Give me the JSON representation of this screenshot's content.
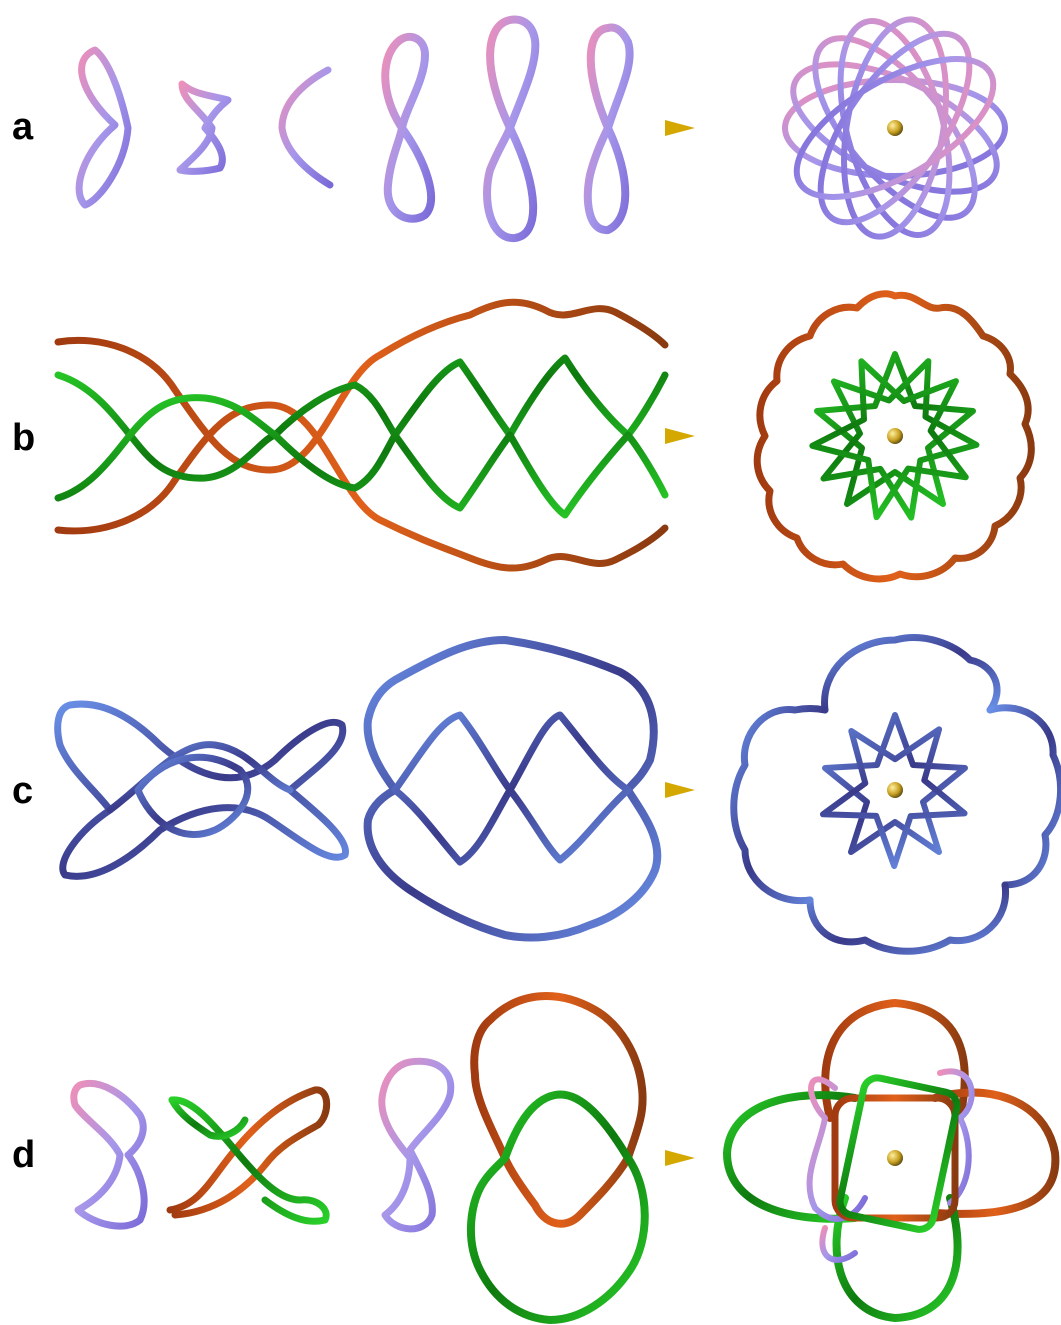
{
  "panels": [
    {
      "id": "a",
      "label": "a",
      "palette": "pink-lavender"
    },
    {
      "id": "b",
      "label": "b",
      "palette": "orange-green"
    },
    {
      "id": "c",
      "label": "c",
      "palette": "blue"
    },
    {
      "id": "d",
      "label": "d",
      "palette": "pink-orange-green"
    }
  ],
  "colors": {
    "axis": "#d4a800",
    "axis_dark": "#8a6a00",
    "pink": "#e89ac8",
    "lavender": "#9a8ee8",
    "orange": "#e0601a",
    "dark_orange": "#8a3a10",
    "green": "#22cc22",
    "dark_green": "#0a5a0a",
    "blue": "#5a7ad8",
    "dark_blue": "#3a3a8a",
    "center_dot": "#c8a020"
  }
}
